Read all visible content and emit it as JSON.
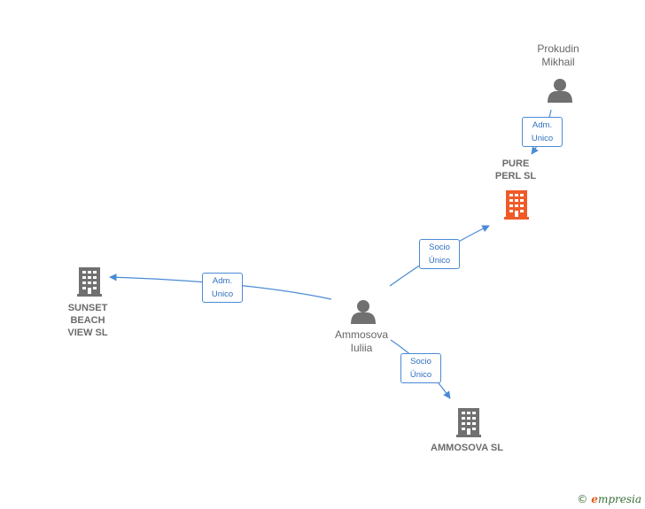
{
  "nodes": {
    "prokudin": {
      "label": "Prokudin\nMikhail",
      "type": "person"
    },
    "pure_perl": {
      "label": "PURE\nPERL  SL",
      "type": "company-highlight"
    },
    "sunset_beach": {
      "label": "SUNSET\nBEACH\nVIEW  SL",
      "type": "company"
    },
    "ammosova_person": {
      "label": "Ammosova\nIuliia",
      "type": "person"
    },
    "ammosova_company": {
      "label": "AMMOSOVA  SL",
      "type": "company"
    }
  },
  "edges": {
    "prokudin_to_pure": "Adm.\nUnico",
    "ammosova_to_pure": "Socio\nÚnico",
    "ammosova_to_sunset": "Adm.\nUnico",
    "ammosova_to_company": "Socio\nÚnico"
  },
  "colors": {
    "edge": "#4a8ad6",
    "company_icon": "#707070",
    "company_highlight_icon": "#f05a28",
    "person_icon": "#707070"
  },
  "brand": {
    "copyright": "©",
    "name_initial": "e",
    "name_rest": "mpresia"
  }
}
